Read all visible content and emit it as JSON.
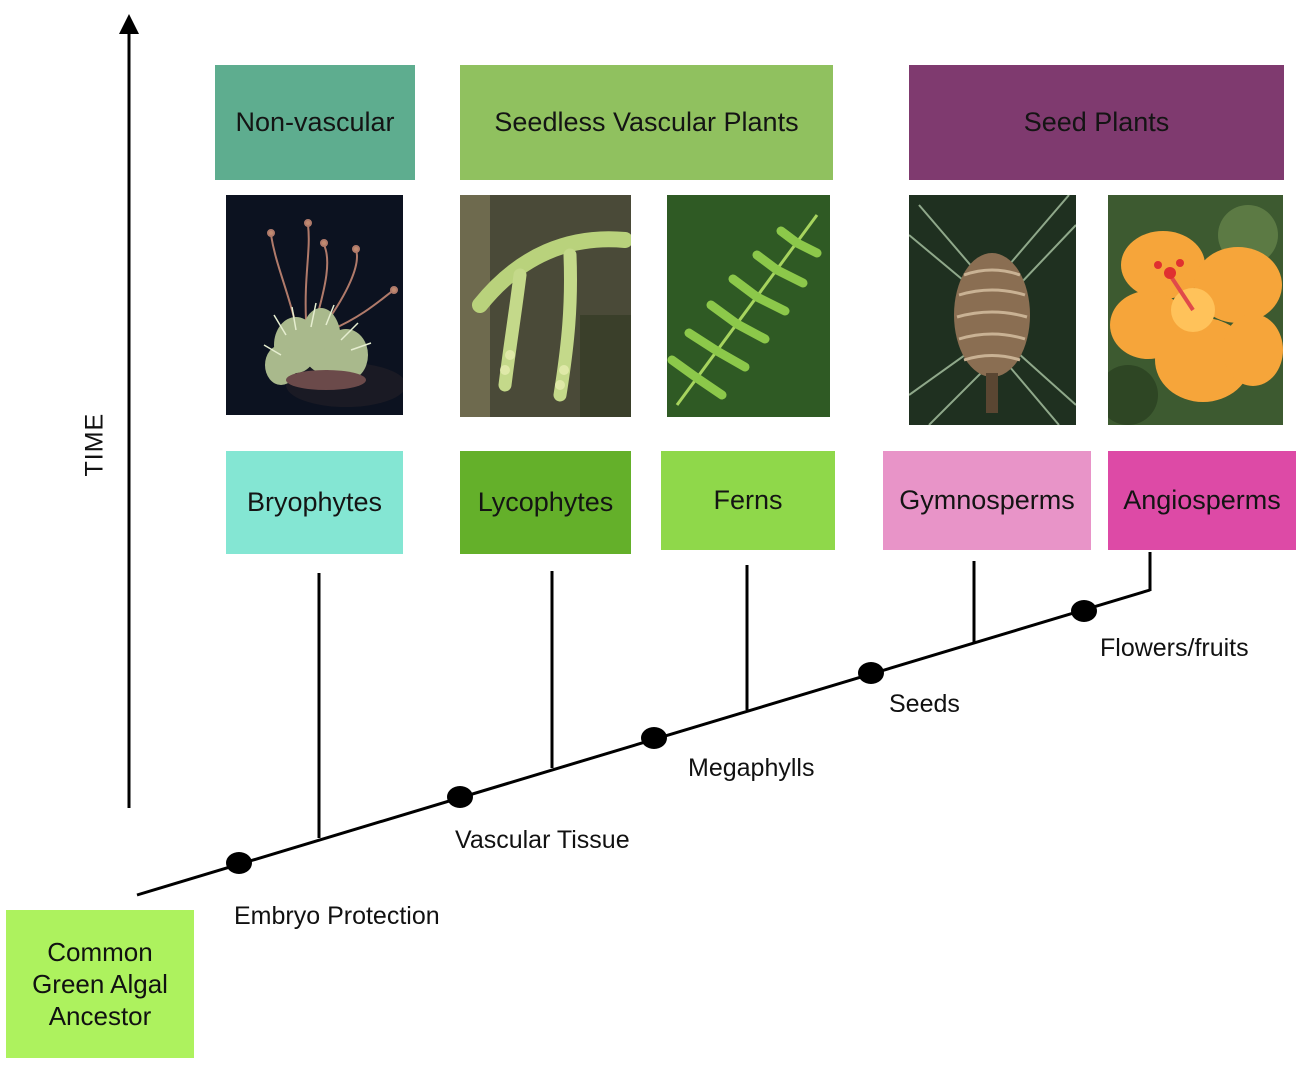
{
  "time_label": "TIME",
  "groups": [
    {
      "label": "Non-vascular",
      "color": "#5ead8f"
    },
    {
      "label": "Seedless Vascular Plants",
      "color": "#90c15f"
    },
    {
      "label": "Seed Plants",
      "color": "#7f3a6f"
    }
  ],
  "taxa": [
    {
      "label": "Bryophytes",
      "color": "#84e6d3",
      "photo": "moss-photo"
    },
    {
      "label": "Lycophytes",
      "color": "#64b02a",
      "photo": "clubmoss-photo"
    },
    {
      "label": "Ferns",
      "color": "#8fd84a",
      "photo": "fern-photo"
    },
    {
      "label": "Gymnosperms",
      "color": "#e894c8",
      "photo": "pinecone-photo"
    },
    {
      "label": "Angiosperms",
      "color": "#dd4aa6",
      "photo": "hibiscus-photo"
    }
  ],
  "traits": [
    "Embryo Protection",
    "Vascular Tissue",
    "Megaphylls",
    "Seeds",
    "Flowers/fruits"
  ],
  "ancestor": {
    "label": "Common\nGreen Algal\nAncestor",
    "color": "#adf25e"
  }
}
